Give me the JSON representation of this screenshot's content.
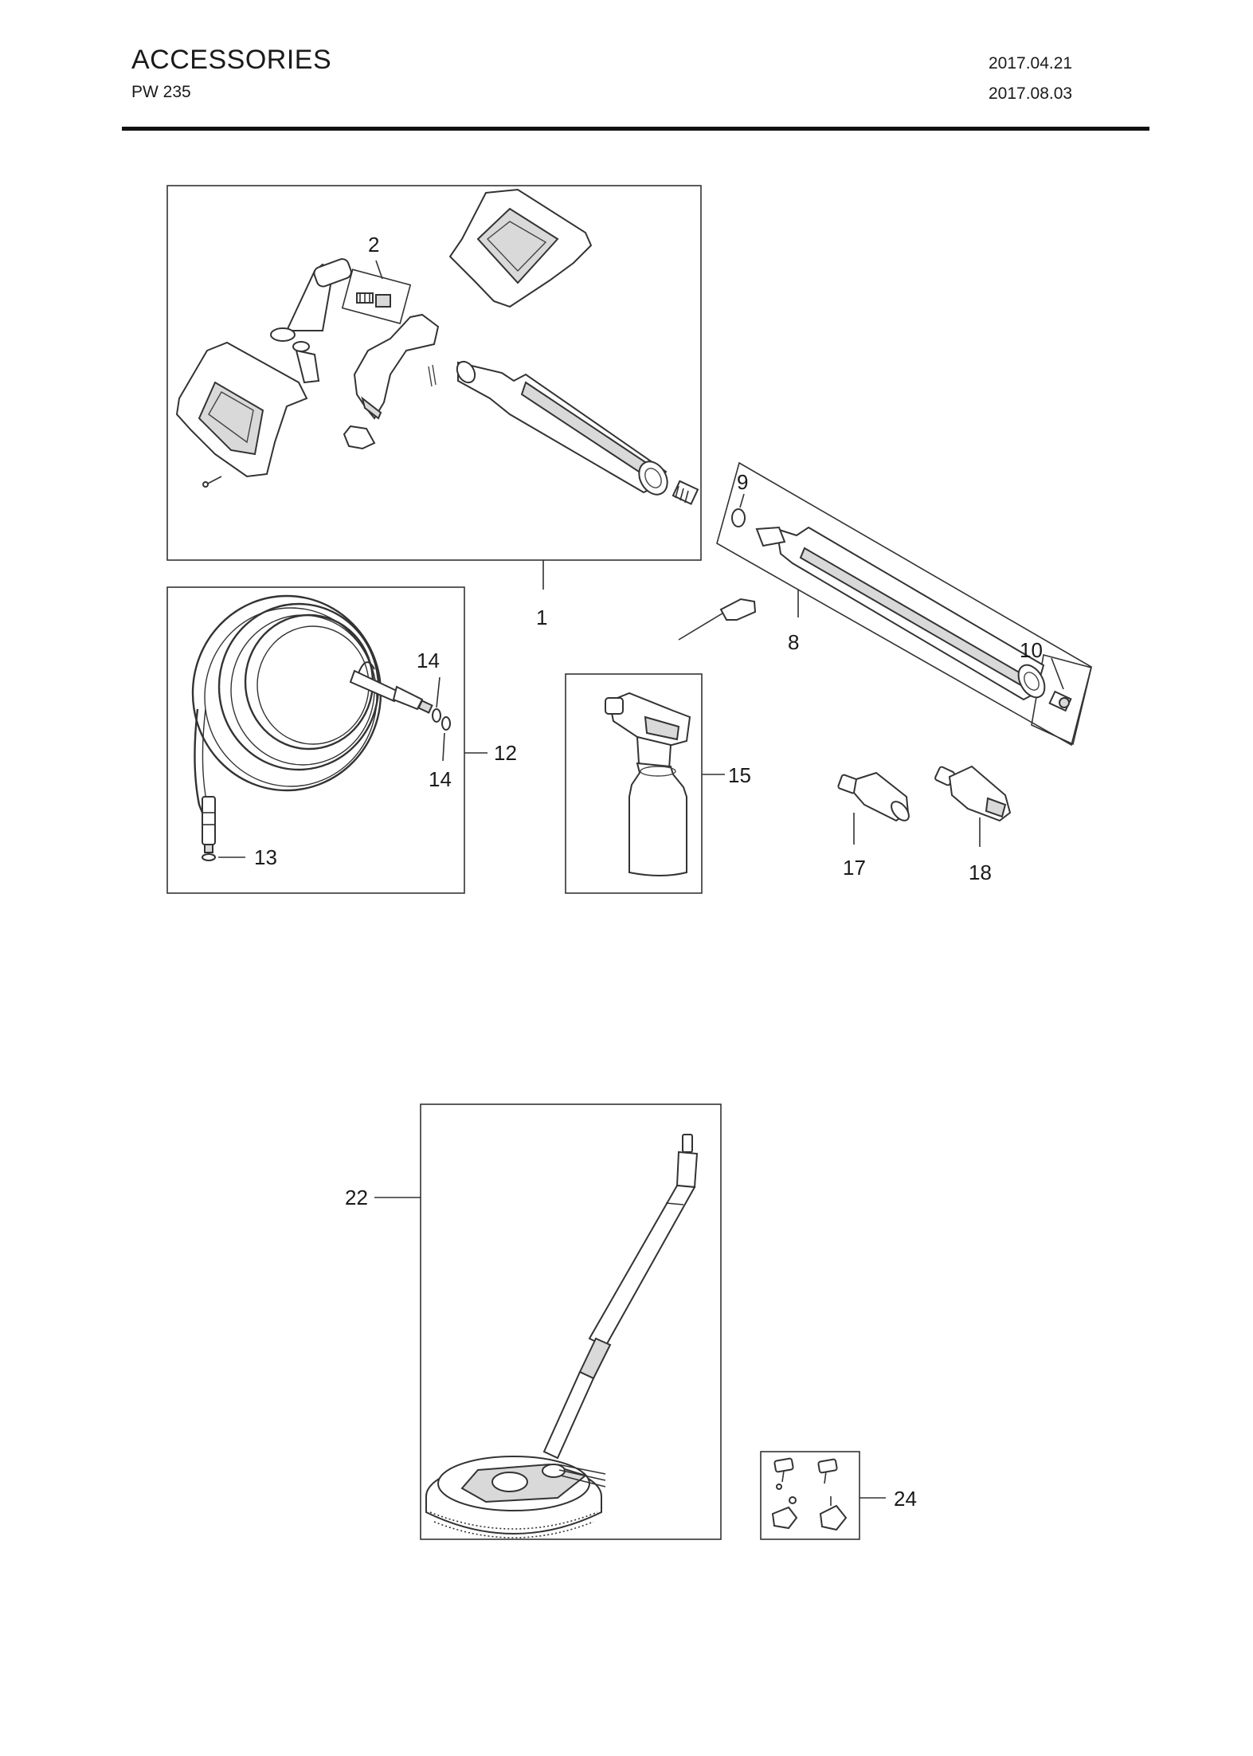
{
  "header": {
    "title": "ACCESSORIES",
    "model": "PW 235",
    "date_created": "2017.04.21",
    "date_revised": "2017.08.03"
  },
  "callouts": {
    "c1": "1",
    "c2": "2",
    "c8": "8",
    "c9": "9",
    "c10": "10",
    "c12": "12",
    "c13": "13",
    "c14a": "14",
    "c14b": "14",
    "c15": "15",
    "c17": "17",
    "c18": "18",
    "c22": "22",
    "c24": "24"
  },
  "icons": [
    "trigger-gun",
    "spray-lance",
    "high-pressure-hose",
    "foam-sprayer-bottle",
    "nozzle",
    "turbo-nozzle",
    "patio-cleaner",
    "caster-wheels"
  ]
}
